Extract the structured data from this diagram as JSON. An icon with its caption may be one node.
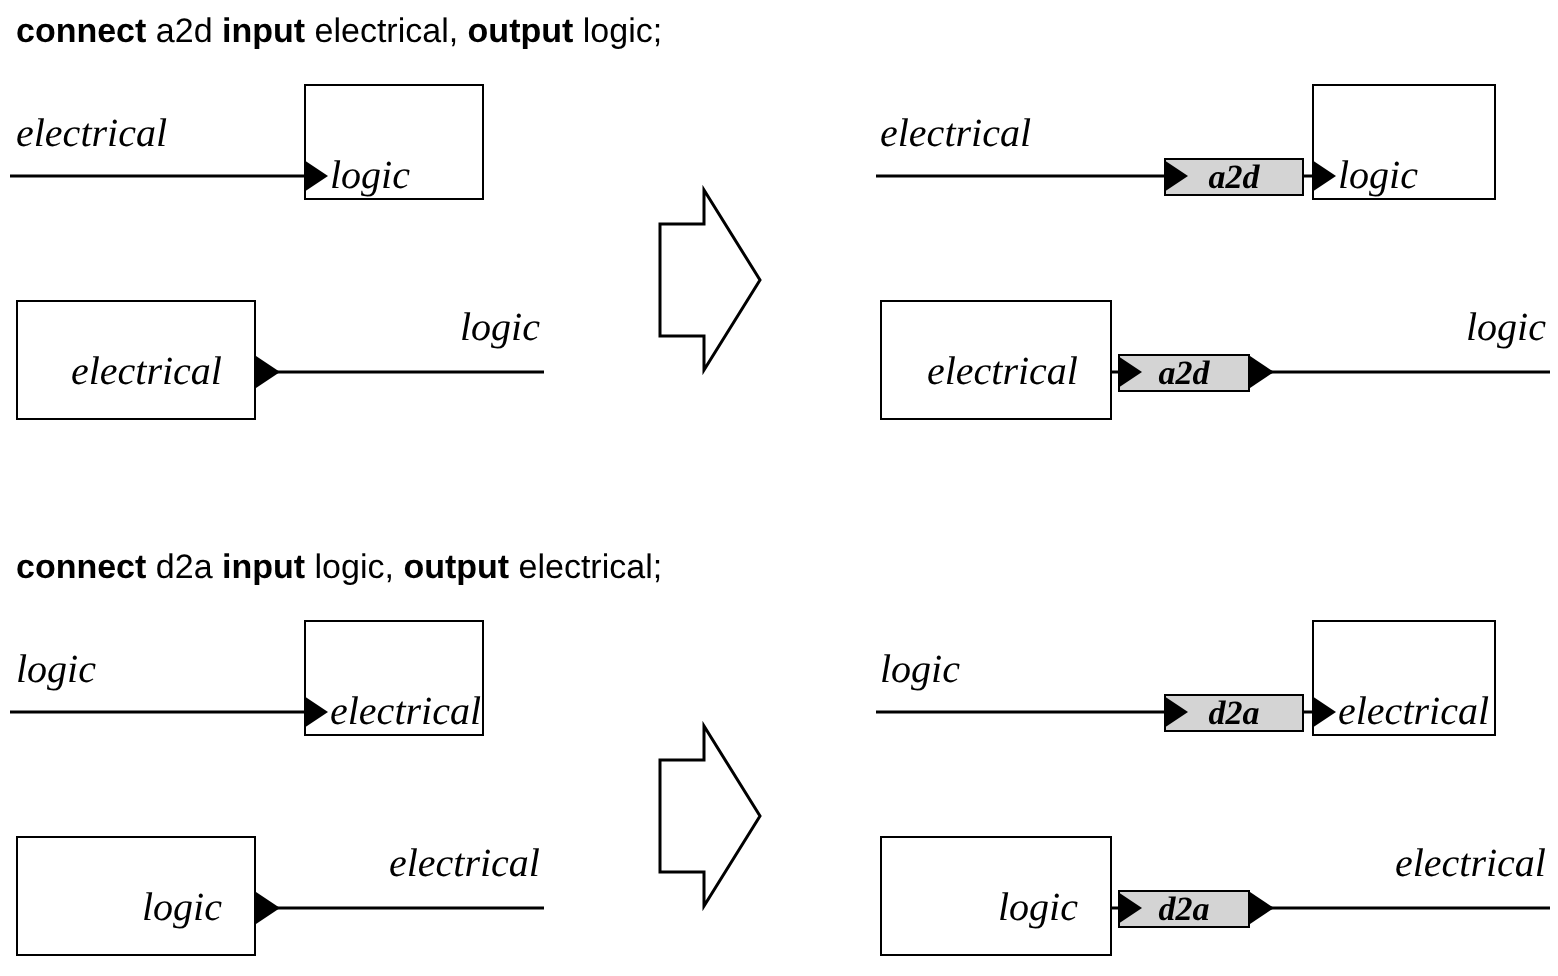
{
  "diagram": {
    "nodes": [
      {
        "text": [
          "logic"
        ]
      },
      {
        "text": [
          "a2d"
        ]
      },
      {
        "text": [
          "logic"
        ]
      },
      {
        "text": [
          "electrical"
        ]
      },
      {
        "text": [
          "electrical"
        ]
      },
      {
        "text": [
          "a2d"
        ]
      },
      {
        "text": [
          "electrical"
        ]
      },
      {
        "text": [
          "d2a"
        ]
      },
      {
        "text": [
          "electrical"
        ]
      },
      {
        "text": [
          "logic"
        ]
      },
      {
        "text": [
          "logic"
        ]
      },
      {
        "text": [
          "d2a"
        ]
      }
    ],
    "edges": [
      {
        "from": null,
        "to": 0,
        "arrow": "to",
        "label": "electrical"
      },
      {
        "from": null,
        "to": 1,
        "arrow": "to",
        "label": "electrical"
      },
      {
        "from": 1,
        "to": 2,
        "arrow": "to"
      },
      {
        "from": null,
        "to": 3,
        "arrow": "to",
        "label": "logic"
      },
      {
        "from": 4,
        "to": 5,
        "arrow": "to"
      },
      {
        "from": null,
        "to": 5,
        "arrow": "to",
        "label": "logic"
      },
      {
        "from": null,
        "to": 6,
        "arrow": "to",
        "label": "logic"
      },
      {
        "from": null,
        "to": 7,
        "arrow": "to",
        "label": "logic"
      },
      {
        "from": 7,
        "to": 8,
        "arrow": "to"
      },
      {
        "from": null,
        "to": 9,
        "arrow": "to",
        "label": "electrical"
      },
      {
        "from": 10,
        "to": 11,
        "arrow": "to"
      },
      {
        "from": null,
        "to": 11,
        "arrow": "to",
        "label": "electrical"
      }
    ],
    "labels": [
      "**connect** a2d **input** electrical, **output** logic;",
      "**connect** d2a **input** logic, **output** electrical;"
    ]
  }
}
